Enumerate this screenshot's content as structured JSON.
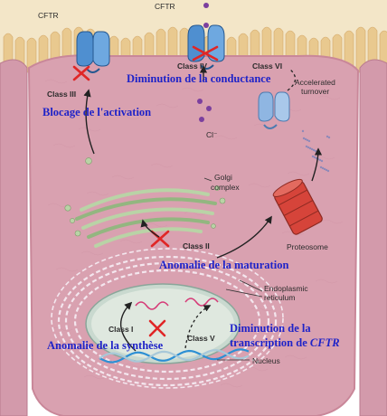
{
  "labels": {
    "cftr_left": "CFTR",
    "cftr_top": "CFTR",
    "class_iv": "Class IV",
    "class_vi": "Class VI",
    "class_iii": "Class III",
    "accelerated": "Accelerated",
    "turnover": "turnover",
    "chloride": "Cl⁻",
    "golgi_1": "Golgi",
    "golgi_2": "complex",
    "class_ii": "Class II",
    "proteosome": "Proteosome",
    "er_1": "Endoplasmic",
    "er_2": "reticulum",
    "class_i": "Class I",
    "class_v": "Class V",
    "nucleus": "Nucleus"
  },
  "annotations": {
    "conductance": "Diminution de la conductance",
    "activation": "Blocage de l'activation",
    "maturation": "Anomalie de la maturation",
    "transcription_1": "Diminution de la",
    "transcription_2": "transcription de",
    "transcription_gene": "CFTR",
    "synthesis": "Anomalie de la synthèse"
  },
  "colors": {
    "cell": "#d9a1b0",
    "membrane": "#c98799",
    "microvilli": "#efd7a8",
    "protein": "#4f8fd0",
    "cross": "#e02626",
    "annotation": "#1f23c8",
    "dna_strand_1": "#2c8fd4",
    "dna_strand_2": "#a8c8d8",
    "proteasome": "#d6443a",
    "golgi": "#b9d3a6",
    "chloride": "#7b3f9e"
  }
}
